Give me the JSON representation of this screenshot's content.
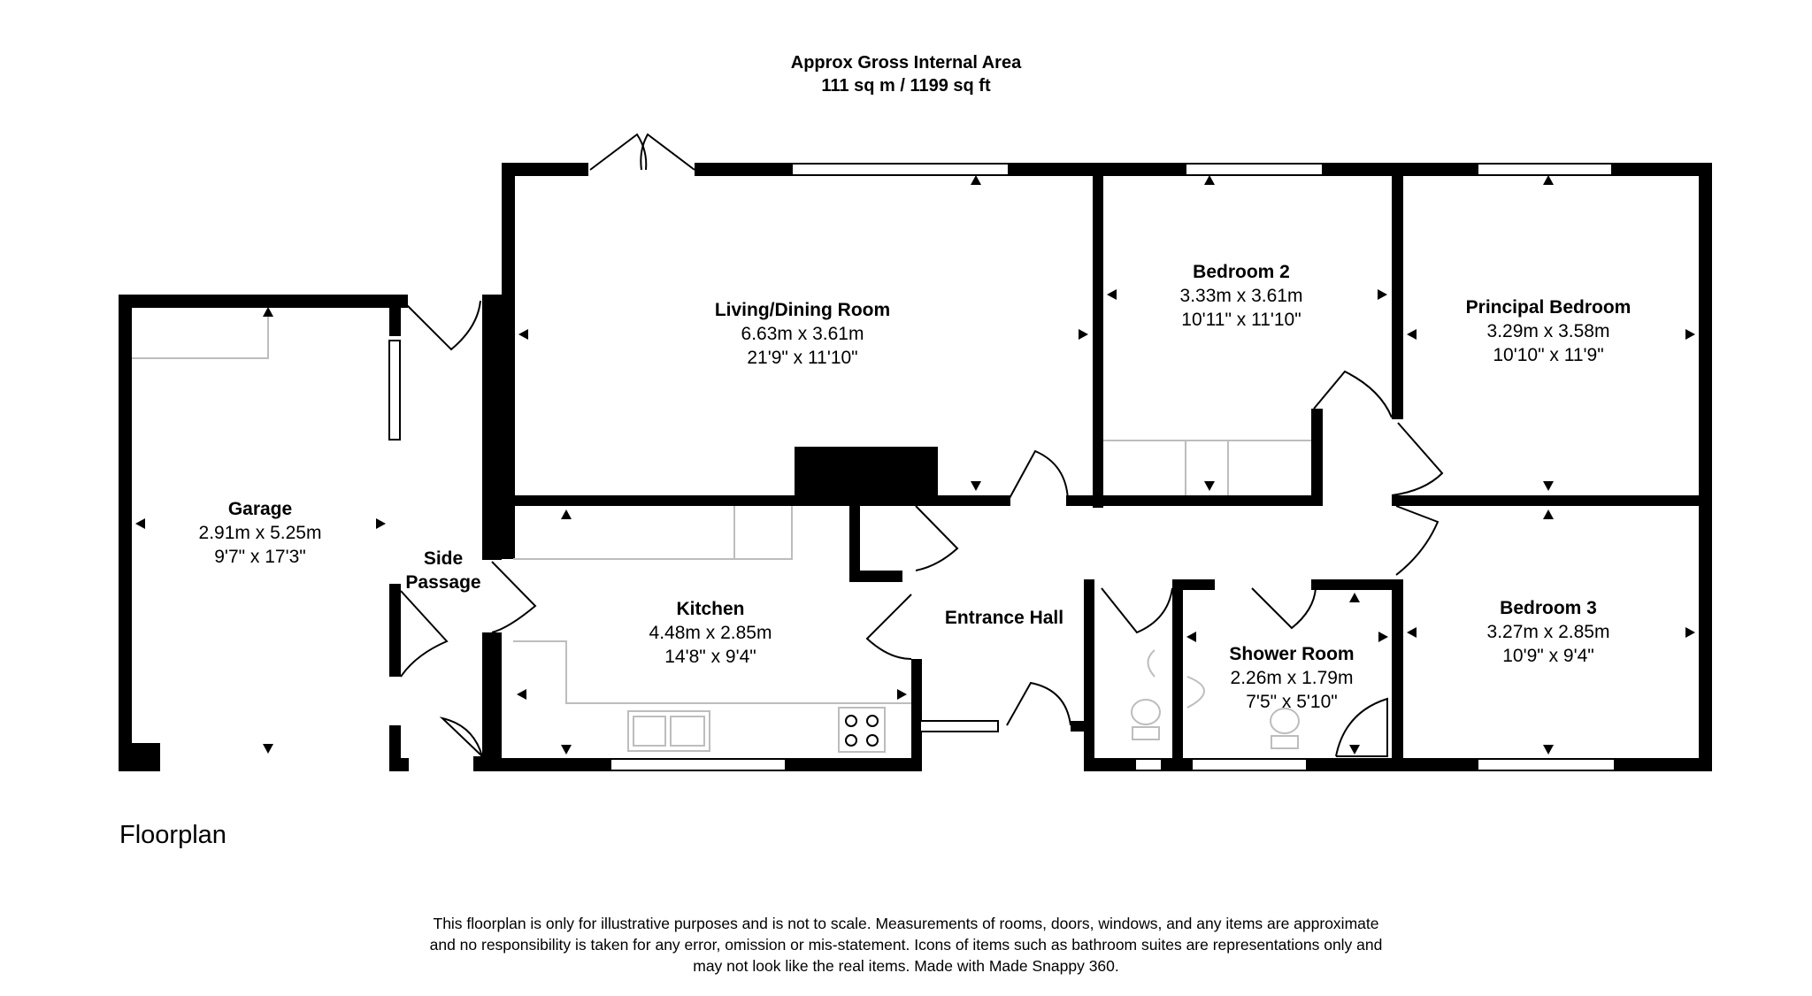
{
  "header": {
    "area_title": "Approx Gross Internal Area",
    "area_value": "111 sq m / 1199 sq ft"
  },
  "rooms": [
    {
      "key": "living",
      "name": "Living/Dining Room",
      "metric": "6.63m x 3.61m",
      "imperial": "21'9\" x 11'10\""
    },
    {
      "key": "bedroom2",
      "name": "Bedroom 2",
      "metric": "3.33m x 3.61m",
      "imperial": "10'11\" x 11'10\""
    },
    {
      "key": "principal",
      "name": "Principal Bedroom",
      "metric": "3.29m x 3.58m",
      "imperial": "10'10\" x 11'9\""
    },
    {
      "key": "garage",
      "name": "Garage",
      "metric": "2.91m x 5.25m",
      "imperial": "9'7\" x 17'3\""
    },
    {
      "key": "side_passage",
      "name_line1": "Side",
      "name_line2": "Passage"
    },
    {
      "key": "kitchen",
      "name": "Kitchen",
      "metric": "4.48m x 2.85m",
      "imperial": "14'8\" x 9'4\""
    },
    {
      "key": "entrance_hall",
      "name": "Entrance Hall"
    },
    {
      "key": "shower",
      "name": "Shower Room",
      "metric": "2.26m x 1.79m",
      "imperial": "7'5\" x 5'10\""
    },
    {
      "key": "bedroom3",
      "name": "Bedroom 3",
      "metric": "3.27m x 2.85m",
      "imperial": "10'9\" x 9'4\""
    }
  ],
  "floor_title": "Floorplan",
  "disclaimer": {
    "line1": "This floorplan is only for illustrative purposes and is not to scale. Measurements of rooms, doors, windows, and any items are approximate",
    "line2": "and no responsibility is taken for any error, omission or mis-statement. Icons of items such as bathroom suites are representations only and",
    "line3": "may not look like the real items. Made with Made Snappy 360."
  },
  "colors": {
    "wall": "#000000",
    "fixture_line": "#bdbdbd",
    "background": "#ffffff"
  }
}
